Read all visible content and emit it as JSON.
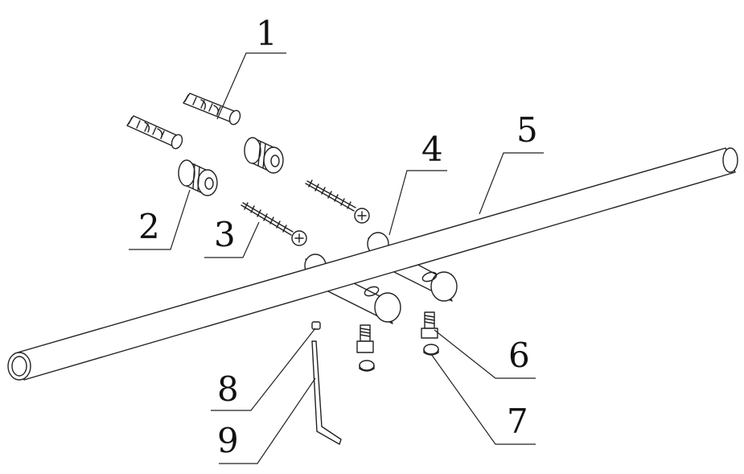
{
  "diagram": {
    "callouts": [
      {
        "id": "1",
        "label": "1"
      },
      {
        "id": "2",
        "label": "2"
      },
      {
        "id": "3",
        "label": "3"
      },
      {
        "id": "4",
        "label": "4"
      },
      {
        "id": "5",
        "label": "5"
      },
      {
        "id": "6",
        "label": "6"
      },
      {
        "id": "7",
        "label": "7"
      },
      {
        "id": "8",
        "label": "8"
      },
      {
        "id": "9",
        "label": "9"
      }
    ],
    "colors": {
      "ink": "#222222",
      "background": "#ffffff"
    }
  }
}
